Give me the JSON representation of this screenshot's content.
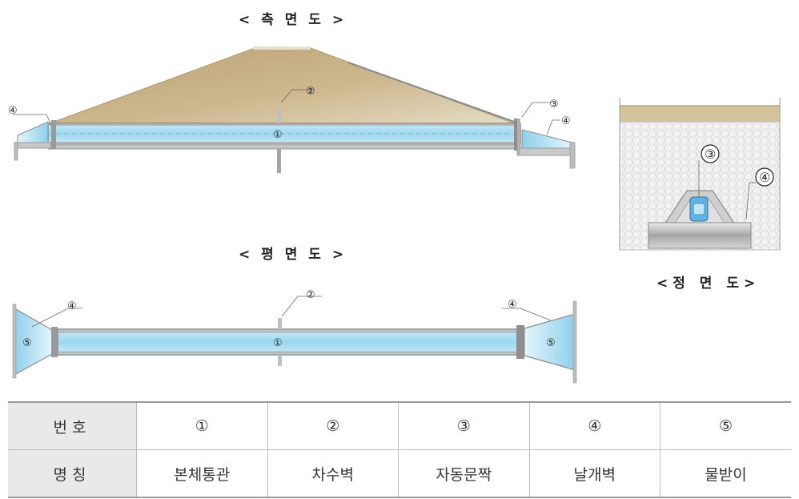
{
  "titles": {
    "side": "< 측 면 도 >",
    "plan": "< 평 면 도 >",
    "front": "<정 면 도>"
  },
  "markers": {
    "m1": "①",
    "m2": "②",
    "m3": "③",
    "m4": "④",
    "m5": "⑤"
  },
  "legend": {
    "row_header_number": "번호",
    "row_header_name": "명칭",
    "numbers": [
      "①",
      "②",
      "③",
      "④",
      "⑤"
    ],
    "names": [
      "본체통관",
      "차수벽",
      "자동문짝",
      "날개벽",
      "물받이"
    ]
  },
  "colors": {
    "embankment": "#c8b48a",
    "water": "#a6dcf0",
    "pipe_frame": "#9a9a9a"
  }
}
